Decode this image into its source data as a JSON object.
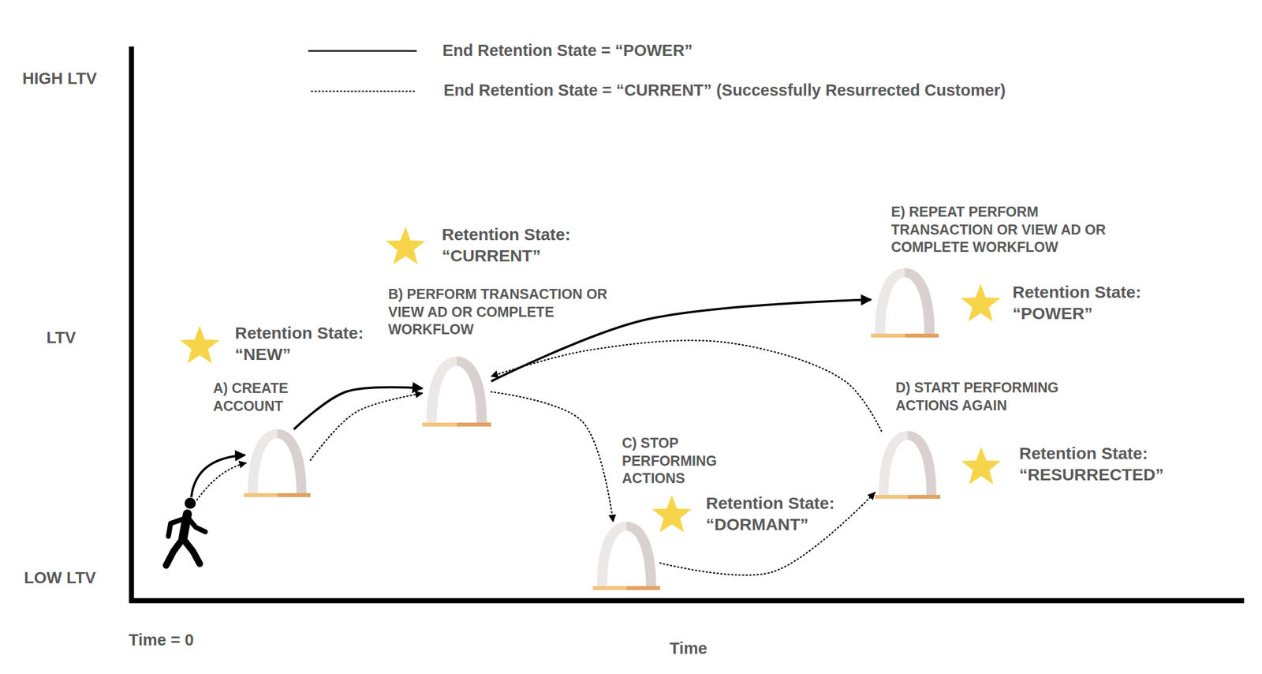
{
  "diagram": {
    "nodes": [
      {
        "text": [
          "A) CREATE ACCOUNT",
          "Retention State: “NEW”"
        ]
      },
      {
        "text": [
          "B) PERFORM TRANSACTION OR VIEW AD OR COMPLETE WORKFLOW",
          "Retention State: “CURRENT”"
        ]
      },
      {
        "text": [
          "C) STOP PERFORMING ACTIONS",
          "Retention State: “DORMANT”"
        ]
      },
      {
        "text": [
          "D) START PERFORMING ACTIONS AGAIN",
          "Retention State: “RESURRECTED”"
        ]
      },
      {
        "text": [
          "E) REPEAT PERFORM TRANSACTION OR VIEW AD OR COMPLETE WORKFLOW",
          "Retention State: “POWER”"
        ]
      }
    ],
    "edges": [
      {
        "from": 0,
        "to": 1,
        "arrow": "to"
      },
      {
        "from": 0,
        "to": 1,
        "arrow": "to"
      },
      {
        "from": 1,
        "to": 4,
        "arrow": "to"
      },
      {
        "from": 1,
        "to": 2,
        "arrow": "to"
      },
      {
        "from": 2,
        "to": 3,
        "arrow": "to"
      },
      {
        "from": 3,
        "to": 1,
        "arrow": "to"
      }
    ],
    "labels": [
      "HIGH LTV",
      "LTV",
      "LOW LTV",
      "Time = 0",
      "Time"
    ],
    "legend": [
      {
        "text": "End Retention State = “POWER”"
      },
      {
        "text": "End Retention State = “CURRENT” (Successfully Resurrected Customer)"
      }
    ]
  }
}
